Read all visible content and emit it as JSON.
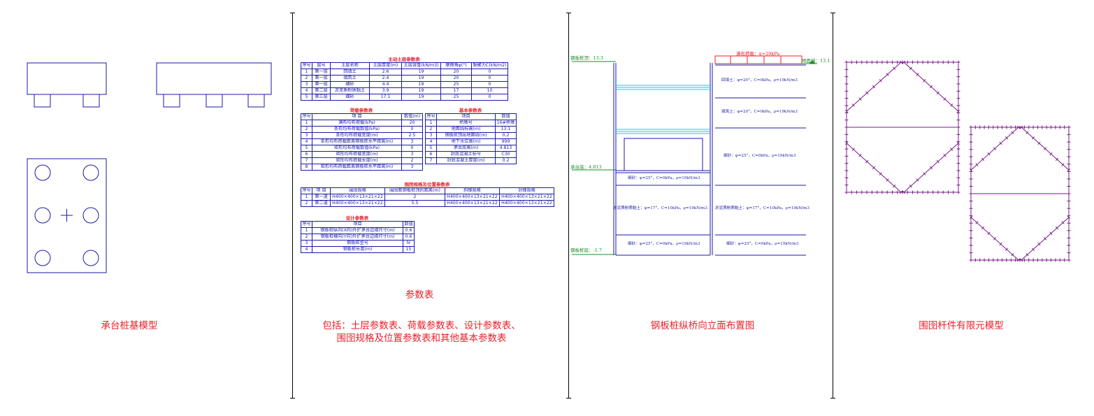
{
  "captions": {
    "pile_cap": "承台桩基模型",
    "params_title": "参数表",
    "params_desc_line1": "包括：土层参数表、荷载参数表、设计参数表、",
    "params_desc_line2": "围囹规格及位置参数表和其他基本参数表",
    "elevation": "钢板桩纵桥向立面布置图",
    "fem": "围囹杆件有限元模型"
  },
  "soil_table": {
    "title": "主动土层参数表",
    "headers": [
      "序号",
      "层号",
      "土层名称",
      "土层厚度(m)",
      "土层容重(kN/m3)",
      "摩擦角φ(°)",
      "黏聚力C(kN/m2)"
    ],
    "rows": [
      [
        "1",
        "第一层",
        "回填土",
        "2.6",
        "19",
        "20",
        "0"
      ],
      [
        "2",
        "第一层",
        "填筑土",
        "2.4",
        "19",
        "20",
        "0"
      ],
      [
        "3",
        "第一层",
        "细砂",
        "4.4",
        "19",
        "25",
        "0"
      ],
      [
        "4",
        "第二层",
        "淤泥质粉质黏土",
        "3.9",
        "19",
        "17",
        "10"
      ],
      [
        "5",
        "第三层",
        "细砂",
        "17.1",
        "19",
        "25",
        "0"
      ]
    ]
  },
  "load_table": {
    "title": "荷载参数表",
    "headers": [
      "序号",
      "项 目",
      "数值(m)"
    ],
    "rows": [
      [
        "1",
        "满布均布荷载(kPa)",
        "20"
      ],
      [
        "2",
        "条形均布荷载数值(kPa)",
        "0"
      ],
      [
        "3",
        "条形均布荷载宽度(m)",
        "2.5"
      ],
      [
        "4",
        "条形均布荷载距离钢板桩水平距离(m)",
        "3"
      ],
      [
        "5",
        "矩形均布荷载数值(kPa)",
        "0"
      ],
      [
        "6",
        "矩形均布荷载宽度(m)",
        "3"
      ],
      [
        "7",
        "矩形均布荷载长度(m)",
        "2"
      ],
      [
        "8",
        "矩形均布荷载距离钢板桩水平距离(m)",
        "3"
      ]
    ]
  },
  "basic_table": {
    "title": "基本参数表",
    "headers": [
      "序号",
      "项目",
      "数值"
    ],
    "rows": [
      [
        "1",
        "桥墩号",
        "16#桥墩"
      ],
      [
        "2",
        "地面线标高(m)",
        "13.1"
      ],
      [
        "3",
        "钢板桩顶出地面线(m)",
        "0.2"
      ],
      [
        "4",
        "地下水位高(m)",
        "999"
      ],
      [
        "5",
        "承台底高(m)",
        "4.813"
      ],
      [
        "6",
        "封底混凝土标号",
        "C30"
      ],
      [
        "7",
        "封底混凝土厚度(m)",
        "0.2"
      ]
    ]
  },
  "purlin_table": {
    "title": "围囹规格及位置参数表",
    "headers": [
      "序号",
      "项 目",
      "围囹规格",
      "围囹距钢板桩顶的距离(m)",
      "斜撑规格",
      "对撑规格"
    ],
    "rows": [
      [
        "1",
        "第一道",
        "H400×400×13×21×22",
        "2",
        "H400×400×13×21×22",
        "H400×400×13×21×22"
      ],
      [
        "2",
        "第二道",
        "H400×400×13×21×22",
        "5.5",
        "H400×400×13×21×22",
        "H400×400×13×21×22"
      ]
    ]
  },
  "design_table": {
    "title": "设计参数表",
    "headers": [
      "序号",
      "项目",
      "数值"
    ],
    "rows": [
      [
        "1",
        "钢板桩纵向(X向)外扩承台边缘尺寸(m)",
        "0.6"
      ],
      [
        "2",
        "钢板桩横向(Y向)外扩承台边缘尺寸(m)",
        "0.6"
      ],
      [
        "3",
        "钢板桩型号",
        "Ⅳ"
      ],
      [
        "4",
        "钢板桩长度(m)",
        "15"
      ]
    ]
  },
  "elevation_labels": {
    "top_left": "钢板桩顶：13.3",
    "top_right": "地面线：13.1",
    "surcharge": "满布荷载：q=20kPa",
    "cap_bottom": "承台底：4.813",
    "pile_bottom": "钢板桩底：-1.7",
    "soil1_right": "回填土：φ=20°，C=0kPa，ρ=19kN/m3",
    "soil2_right": "填筑土：φ=20°，C=0kPa，ρ=19kN/m3",
    "soil3_right": "细砂：φ=25°，C=0kPa，ρ=19kN/m3",
    "soil3_left": "细砂：φ=25°，C=0kPa，ρ=19kN/m3",
    "soil4_left": "淤泥质粉质黏土：φ=17°，C=10kPa，ρ=19kN/m3",
    "soil4_right": "淤泥质粉质黏土：φ=17°，C=10kPa，ρ=19kN/m3",
    "soil5_left": "细砂：φ=25°，C=0kPa，ρ=19kN/m3",
    "soil5_right": "细砂：φ=25°，C=0kPa，ρ=19kN/m3"
  },
  "colors": {
    "caption": "#e8202a",
    "drawing_blue": "#1a1aa8",
    "fem_purple": "#7a1a8a",
    "elevation_green": "#1c8c2a",
    "purlin_cyan": "#19c8d8"
  }
}
